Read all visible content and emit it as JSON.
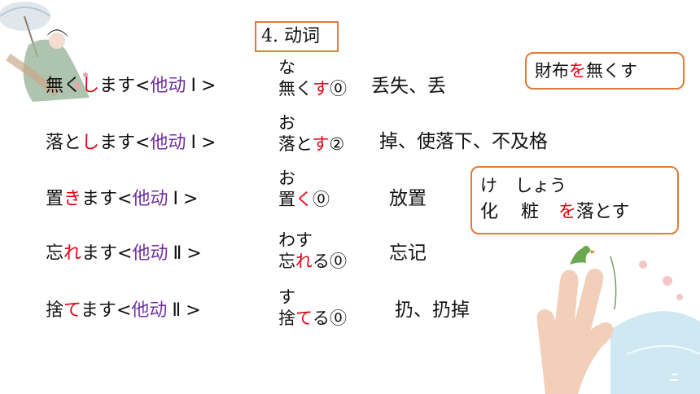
{
  "title": "4. 动词",
  "rows": [
    {
      "word_a": "無く",
      "word_hl": "し",
      "word_b": "ます",
      "open": "<",
      "type": "他动",
      "sep": "Ⅰ",
      "close": ">",
      "reading": "な",
      "dict_a": "無く",
      "dict_hl": "す",
      "dict_b": "",
      "accent": "⓪",
      "meaning": "丢失、丢"
    },
    {
      "word_a": "落と",
      "word_hl": "し",
      "word_b": "ます",
      "open": "<",
      "type": "他动",
      "sep": "Ⅰ",
      "close": ">",
      "reading": "お",
      "dict_a": "落と",
      "dict_hl": "す",
      "dict_b": "",
      "accent": "②",
      "meaning": "掉、使落下、不及格"
    },
    {
      "word_a": "置",
      "word_hl": "き",
      "word_b": "ます",
      "open": "<",
      "type": "他动",
      "sep": "Ⅰ",
      "close": ">",
      "reading": "お",
      "dict_a": "置",
      "dict_hl": "く",
      "dict_b": "",
      "accent": "⓪",
      "meaning": "放置"
    },
    {
      "word_a": "忘",
      "word_hl": "れ",
      "word_b": "ます",
      "open": "<",
      "type": "他动",
      "sep": "Ⅱ",
      "close": ">",
      "reading": "わす",
      "dict_a": "忘",
      "dict_hl": "れ",
      "dict_b": "る",
      "accent": "⓪",
      "meaning": "忘记"
    },
    {
      "word_a": "捨",
      "word_hl": "て",
      "word_b": "ます",
      "open": "<",
      "type": "他动",
      "sep": "Ⅱ",
      "close": ">",
      "reading": "す",
      "dict_a": "捨",
      "dict_hl": "て",
      "dict_b": "る",
      "accent": "⓪",
      "meaning": "扔、扔掉"
    }
  ],
  "callout1": {
    "a": "財布",
    "hl": "を",
    "b": "無くす"
  },
  "callout2": {
    "ruby1": "け",
    "ruby2": "しょう",
    "kanji1": "化",
    "kanji2": "粧",
    "hl": "を",
    "rest": "落とす"
  },
  "colors": {
    "accent_red": "#e60012",
    "purple": "#7030a0",
    "border_orange": "#e07b39"
  }
}
